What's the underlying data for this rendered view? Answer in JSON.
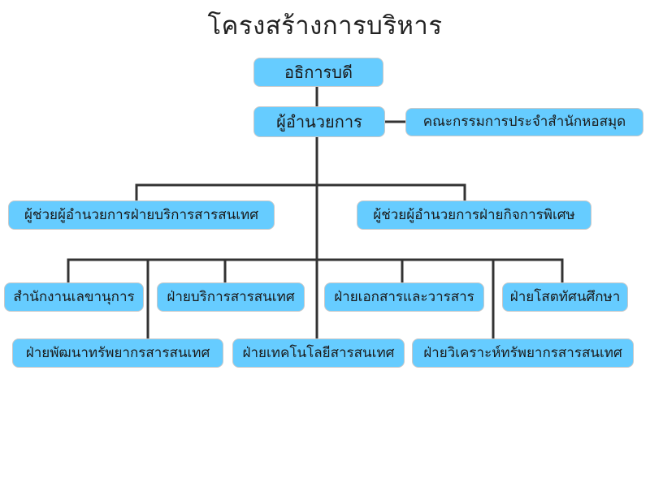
{
  "title": "โครงสร้างการบริหาร",
  "nodes": {
    "president": "อธิการบดี",
    "director": "ผู้อำนวยการ",
    "committee": "คณะกรรมการประจำสำนักหอสมุด",
    "asst_info_service": "ผู้ช่วยผู้อำนวยการฝ่ายบริการสารสนเทศ",
    "asst_special_affairs": "ผู้ช่วยผู้อำนวยการฝ่ายกิจการพิเศษ",
    "secretary_office": "สำนักงานเลขานุการ",
    "info_service": "ฝ่ายบริการสารสนเทศ",
    "documents_journals": "ฝ่ายเอกสารและวารสาร",
    "audiovisual": "ฝ่ายโสตทัศนศึกษา",
    "resource_development": "ฝ่ายพัฒนาทรัพยากรสารสนเทศ",
    "info_technology": "ฝ่ายเทคโนโลยีสารสนเทศ",
    "resource_analysis": "ฝ่ายวิเคราะห์ทรัพยากรสารสนเทศ"
  },
  "colors": {
    "box_fill": "#66ccff",
    "box_border": "#c9c9c9",
    "connector": "#333333",
    "text": "#1a1a1a"
  }
}
